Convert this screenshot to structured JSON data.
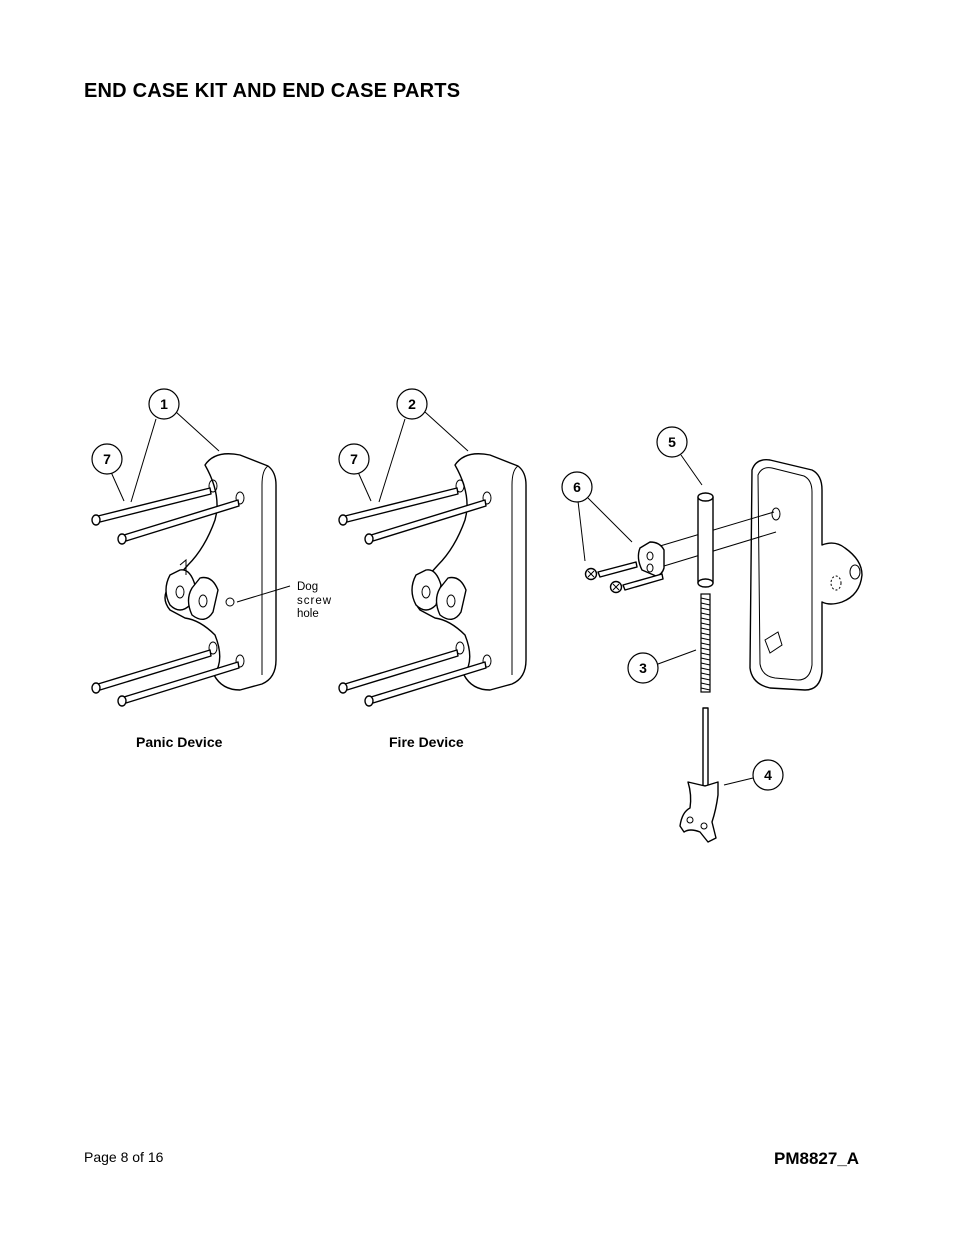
{
  "page": {
    "title": "END CASE KIT AND END CASE PARTS",
    "footer_page": "Page 8 of 16",
    "footer_doc": "PM8827_A"
  },
  "figure": {
    "captions": {
      "panic": "Panic Device",
      "fire": "Fire Device"
    },
    "callouts": [
      "1",
      "7",
      "2",
      "7",
      "5",
      "6",
      "3",
      "4"
    ],
    "note_lines": [
      "Dog",
      "screw",
      "hole"
    ]
  }
}
